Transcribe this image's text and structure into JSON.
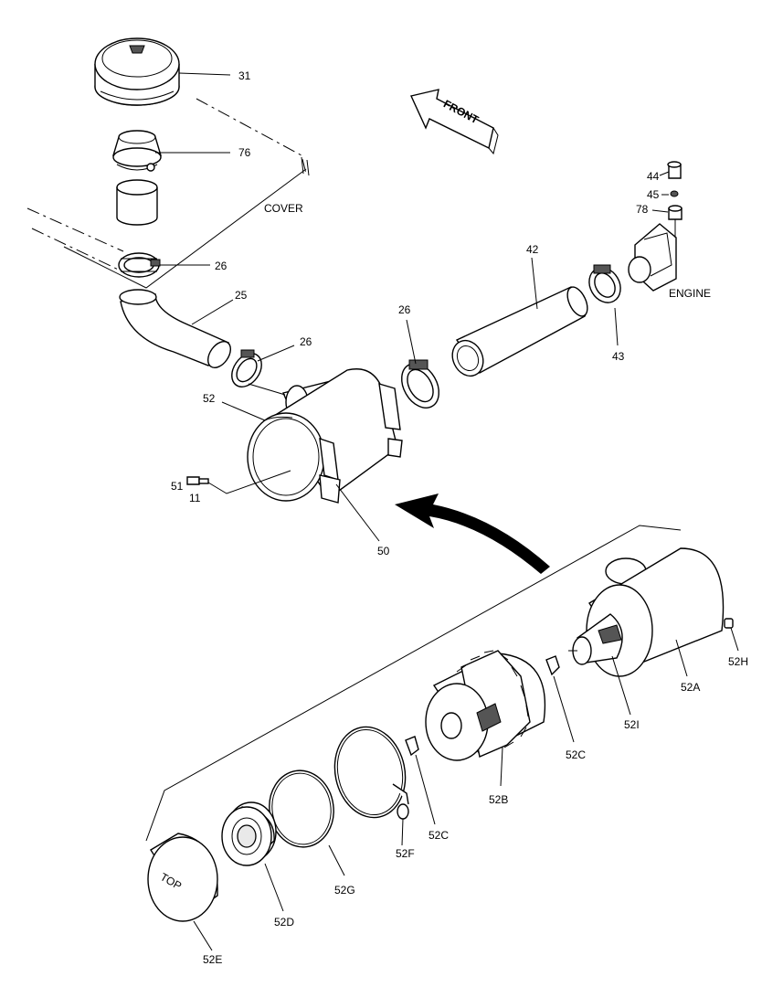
{
  "labels": {
    "front": "FRONT",
    "cover": "COVER",
    "engine": "ENGINE",
    "p31": "31",
    "p76": "76",
    "p26a": "26",
    "p25": "25",
    "p26b": "26",
    "p26c": "26",
    "p42": "42",
    "p43": "43",
    "p44": "44",
    "p45": "45",
    "p78": "78",
    "p52": "52",
    "p51": "51",
    "p11": "11",
    "p50": "50",
    "p52H": "52H",
    "p52A": "52A",
    "p52I": "52I",
    "p52C_a": "52C",
    "p52B": "52B",
    "p52C_b": "52C",
    "p52F": "52F",
    "p52G": "52G",
    "p52D": "52D",
    "p52E": "52E",
    "top_cap_mark": "TOP"
  }
}
